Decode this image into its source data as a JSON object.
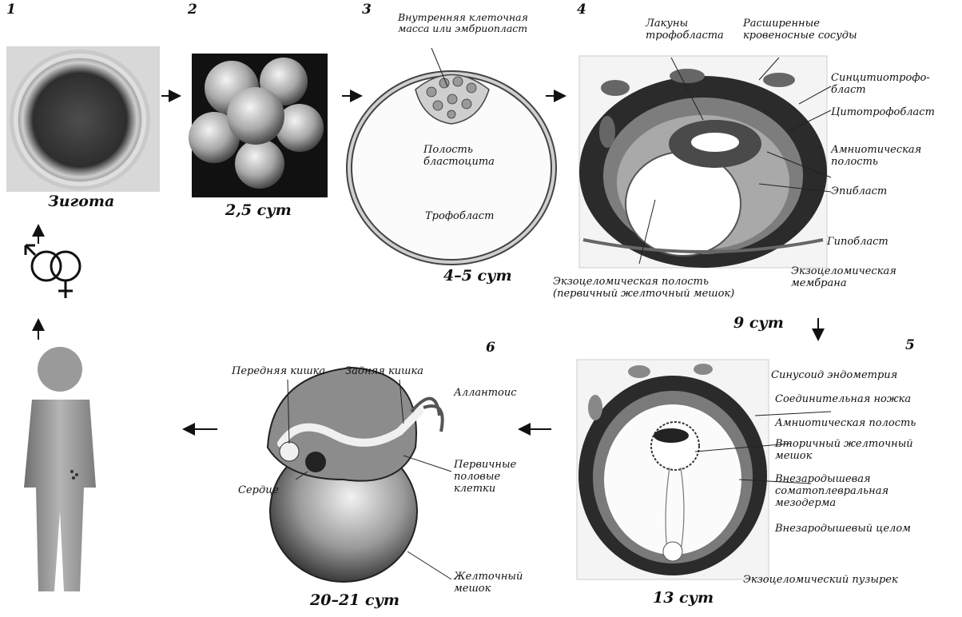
{
  "stages": {
    "s1": {
      "num": "1",
      "caption": "Зигота"
    },
    "s2": {
      "num": "2",
      "caption": "2,5 сут"
    },
    "s3": {
      "num": "3",
      "caption": "4–5 сут",
      "labels": {
        "icm": "Внутренняя клеточная\nмасса или эмбриопласт",
        "cavity": "Полость\nбластоцита",
        "trophoblast": "Трофобласт"
      }
    },
    "s4": {
      "num": "4",
      "caption": "9 сут",
      "labels": {
        "lacunae": "Лакуны\nтрофобласта",
        "vessels": "Расширенные\nкровеносные сосуды",
        "syncytio": "Синцитиотрофо-\nбласт",
        "cyto": "Цитотрофобласт",
        "amnion": "Амниотическая\nполость",
        "epiblast": "Эпибласт",
        "hypoblast": "Гипобласт",
        "exo_membrane": "Экзоцеломическая\nмембрана",
        "exo_cavity": "Экзоцеломическая полость\n(первичный желточный мешок)"
      }
    },
    "s5": {
      "num": "5",
      "caption": "13 сут",
      "labels": {
        "sinusoid": "Синусоид эндометрия",
        "stalk": "Соединительная ножка",
        "amnion": "Амниотическая полость",
        "secondary_yolk": "Вторичный желточный\nмешок",
        "mesoderm": "Внезародышевая\nсоматоплевральная\nмезодерма",
        "coelom": "Внезародышевый целом",
        "exo_cyst": "Экзоцеломический пузырек"
      }
    },
    "s6": {
      "num": "6",
      "caption": "20–21 сут",
      "labels": {
        "foregut": "Передняя кишка",
        "hindgut": "Задняя кишка",
        "allantois": "Аллантоис",
        "germ_cells": "Первичные\nполовые\nклетки",
        "heart": "Сердце",
        "yolk_sac": "Желточный\nмешок"
      }
    }
  },
  "colors": {
    "ink": "#111111",
    "cell_fill": "#e6e6e6",
    "dark_wall": "#2b2b2b",
    "mid_wall": "#7d7d7d",
    "figure_gray": "#9a9a9a"
  },
  "icons": [
    "male-symbol",
    "female-symbol"
  ]
}
